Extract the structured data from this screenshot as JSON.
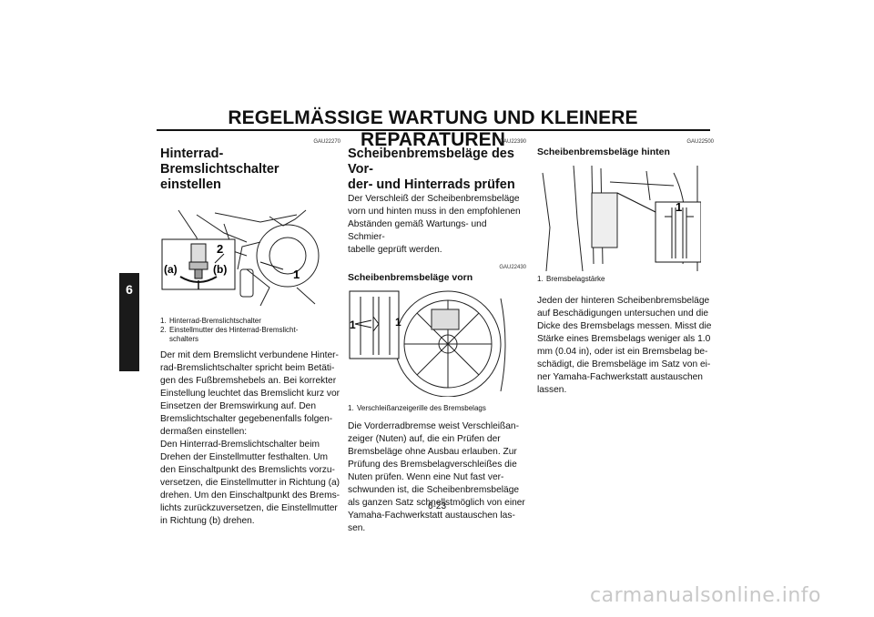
{
  "header": {
    "title": "REGELMÄSSIGE WARTUNG UND KLEINERE REPARATUREN"
  },
  "chapter_tab": "6",
  "col1": {
    "code": "GAU22270",
    "heading": "Hinterrad-Bremslichtschalter einstellen",
    "fig_labels": {
      "a": "(a)",
      "b": "(b)",
      "n1": "1",
      "n2": "2"
    },
    "captions": [
      {
        "num": "1.",
        "text": "Hinterrad-Bremslichtschalter"
      },
      {
        "num": "2.",
        "text": "Einstellmutter des Hinterrad-Bremslicht-",
        "cont": "schalters"
      }
    ],
    "body": [
      "Der mit dem Bremslicht verbundene Hinter-",
      "rad-Bremslichtschalter spricht beim Betäti-",
      "gen des Fußbremshebels an. Bei korrekter",
      "Einstellung leuchtet das Bremslicht kurz vor",
      "Einsetzen der Bremswirkung auf. Den",
      "Bremslichtschalter gegebenenfalls folgen-",
      "dermaßen einstellen:",
      "Den Hinterrad-Bremslichtschalter beim",
      "Drehen der Einstellmutter festhalten. Um",
      "den Einschaltpunkt des Bremslichts vorzu-",
      "versetzen, die Einstellmutter in Richtung (a)",
      "drehen. Um den Einschaltpunkt des Brems-",
      "lichts zurückzuversetzen, die Einstellmutter",
      "in Richtung (b) drehen."
    ]
  },
  "col2": {
    "code1": "GAU22390",
    "heading": [
      "Scheibenbremsbeläge des Vor-",
      "der- und Hinterrads prüfen"
    ],
    "intro": [
      "Der Verschleiß der Scheibenbremsbeläge",
      "vorn und hinten muss in den empfohlenen",
      "Abständen gemäß Wartungs- und Schmier-",
      "tabelle geprüft werden."
    ],
    "code2": "GAU22430",
    "sub_heading": "Scheibenbremsbeläge vorn",
    "fig_labels": {
      "n1a": "1",
      "n1b": "1"
    },
    "captions": [
      {
        "num": "1.",
        "text": "Verschleißanzeigerille des Bremsbelags"
      }
    ],
    "body": [
      "Die Vorderradbremse weist Verschleißan-",
      "zeiger (Nuten) auf, die ein Prüfen der",
      "Bremsbeläge ohne Ausbau erlauben. Zur",
      "Prüfung des Bremsbelagverschleißes die",
      "Nuten prüfen. Wenn eine Nut fast ver-",
      "schwunden ist, die Scheibenbremsbeläge",
      "als ganzen Satz schnellstmöglich von einer",
      "Yamaha-Fachwerkstatt austauschen las-",
      "sen."
    ]
  },
  "col3": {
    "code": "GAU22500",
    "sub_heading": "Scheibenbremsbeläge hinten",
    "fig_labels": {
      "n1": "1"
    },
    "captions": [
      {
        "num": "1.",
        "text": "Bremsbelagstärke"
      }
    ],
    "body": [
      "Jeden der hinteren Scheibenbremsbeläge",
      "auf Beschädigungen untersuchen und die",
      "Dicke des Bremsbelags messen. Misst die",
      "Stärke eines Bremsbelags weniger als 1.0",
      "mm (0.04 in), oder ist ein Bremsbelag be-",
      "schädigt, die Bremsbeläge im Satz von ei-",
      "ner Yamaha-Fachwerkstatt austauschen",
      "lassen."
    ]
  },
  "footer": {
    "page_number": "6-23",
    "watermark": "carmanualsonline.info"
  }
}
